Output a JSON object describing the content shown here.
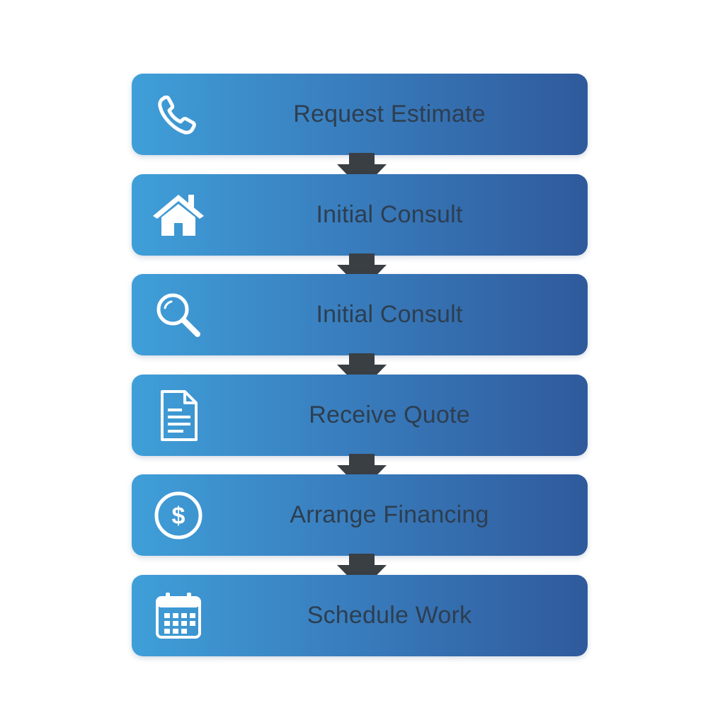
{
  "steps": [
    {
      "label": "Request Estimate",
      "icon": "phone-icon"
    },
    {
      "label": "Initial Consult",
      "icon": "house-icon"
    },
    {
      "label": "Initial Consult",
      "icon": "magnifier-icon"
    },
    {
      "label": "Receive Quote",
      "icon": "document-icon"
    },
    {
      "label": "Arrange Financing",
      "icon": "dollar-icon"
    },
    {
      "label": "Schedule Work",
      "icon": "calendar-icon"
    }
  ],
  "colors": {
    "box_left": "#3f9fd8",
    "box_right": "#2f5a9c",
    "label_text": "#2d3e50",
    "arrow": "#3a3f44",
    "icon": "#ffffff"
  }
}
